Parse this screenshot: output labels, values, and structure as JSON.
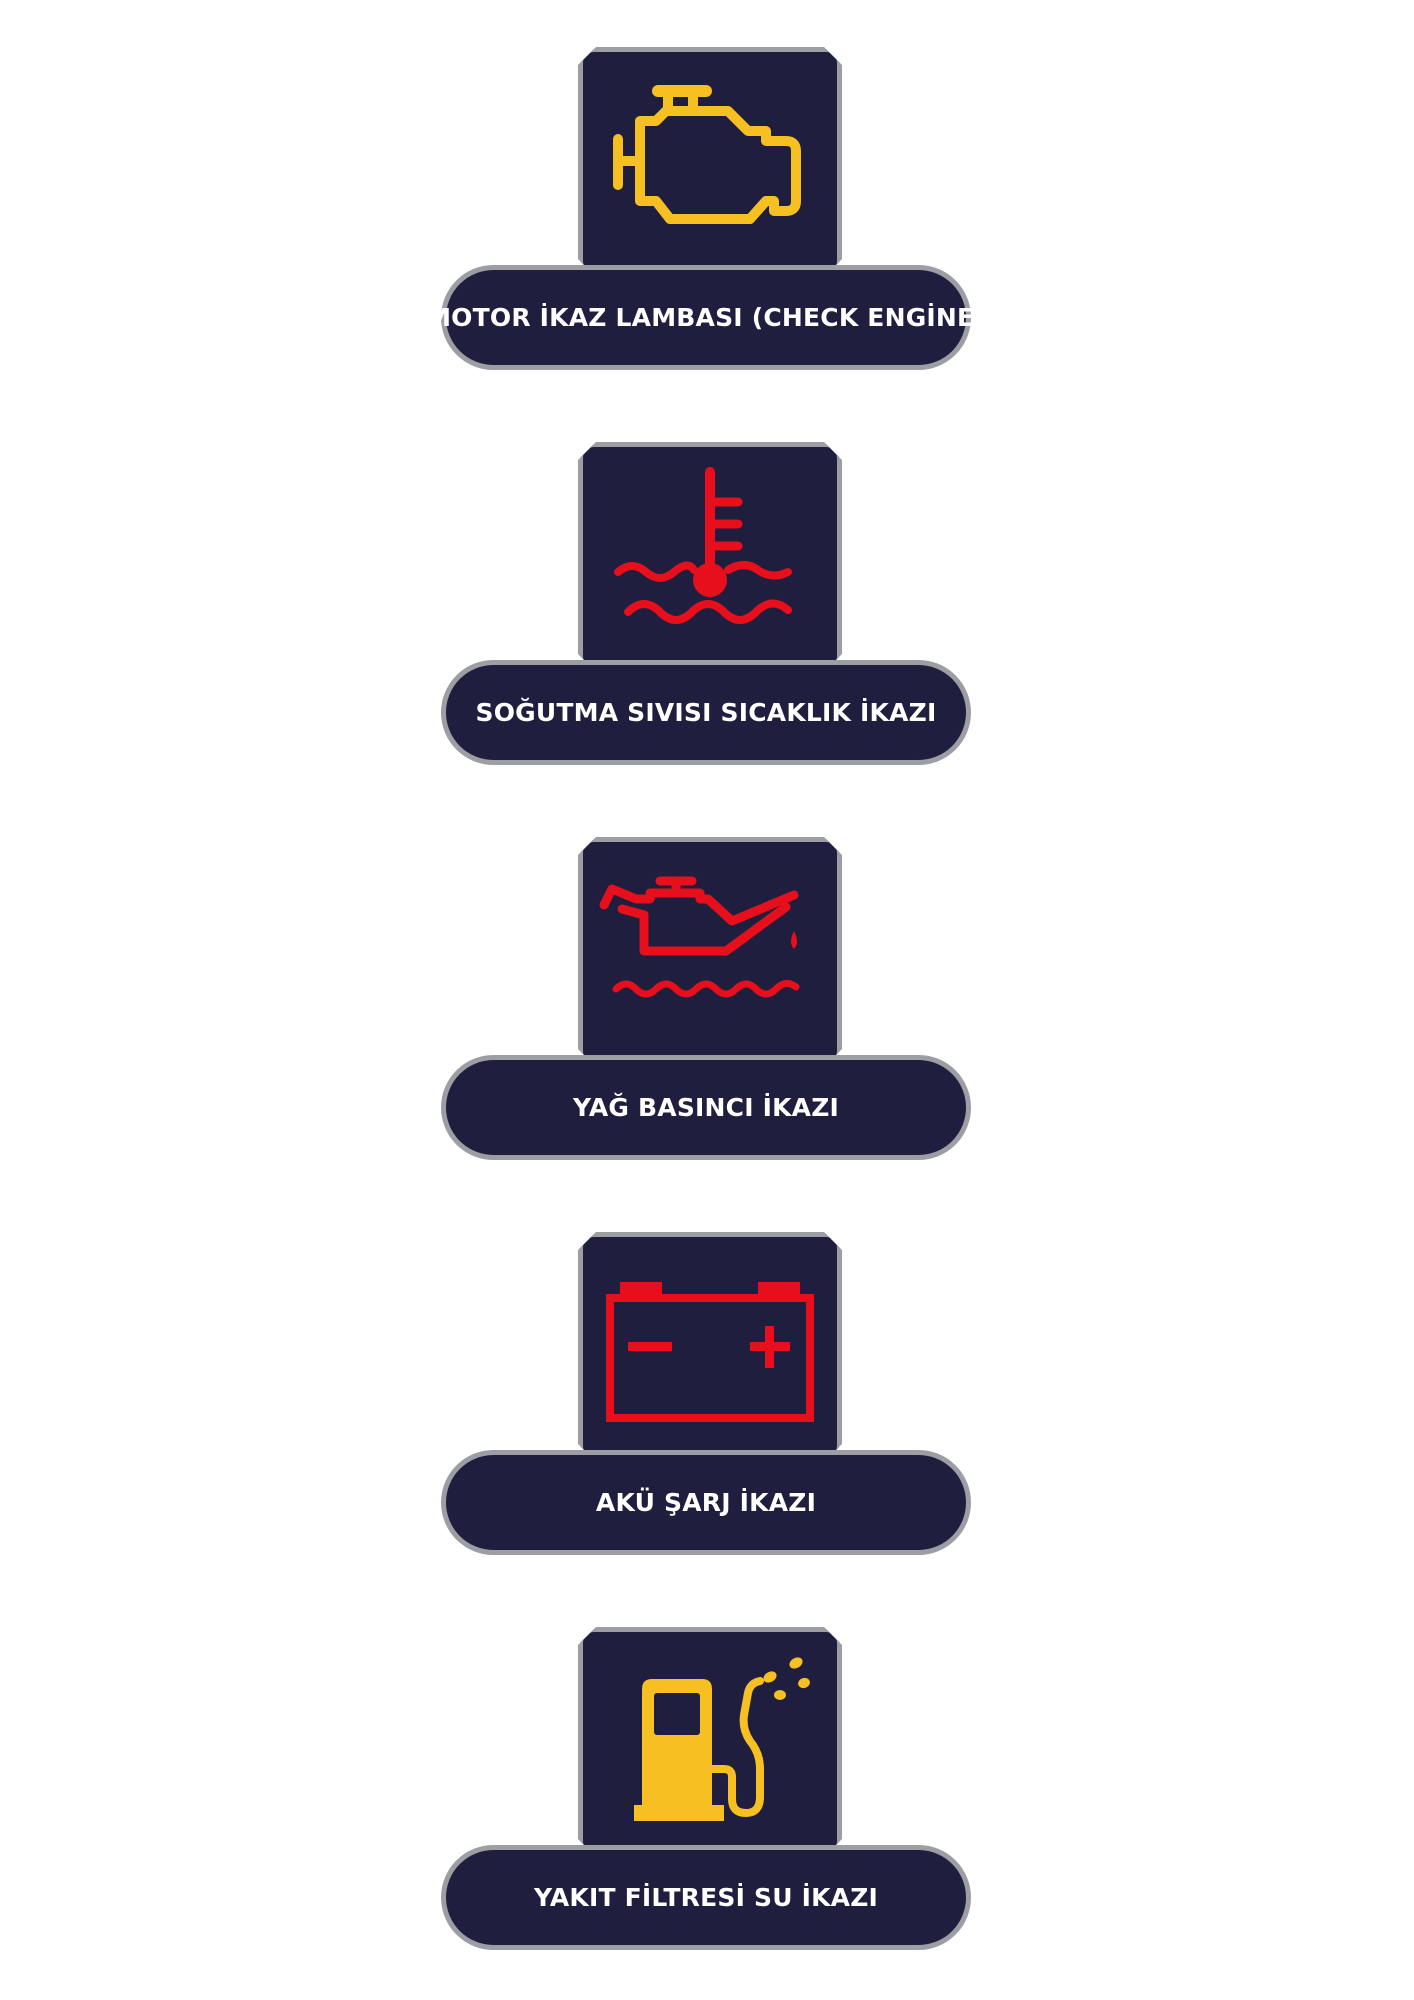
{
  "colors": {
    "tile_background": "#201e3e",
    "border": "#9d9ea3",
    "amber": "#f6c022",
    "red": "#e60f1b",
    "label_text": "#ffffff"
  },
  "warnings": [
    {
      "label": "MOTOR İKAZ LAMBASI (CHECK ENGİNE)",
      "icon": "check-engine-icon",
      "color": "#f6c022"
    },
    {
      "label": "SOĞUTMA SIVISI SICAKLIK İKAZI",
      "icon": "coolant-temperature-icon",
      "color": "#e60f1b"
    },
    {
      "label": "YAĞ BASINCI İKAZI",
      "icon": "oil-pressure-icon",
      "color": "#e60f1b"
    },
    {
      "label": "AKÜ ŞARJ İKAZI",
      "icon": "battery-charge-icon",
      "color": "#e60f1b"
    },
    {
      "label": "YAKIT FİLTRESİ SU İKAZI",
      "icon": "fuel-filter-water-icon",
      "color": "#f6c022"
    }
  ]
}
